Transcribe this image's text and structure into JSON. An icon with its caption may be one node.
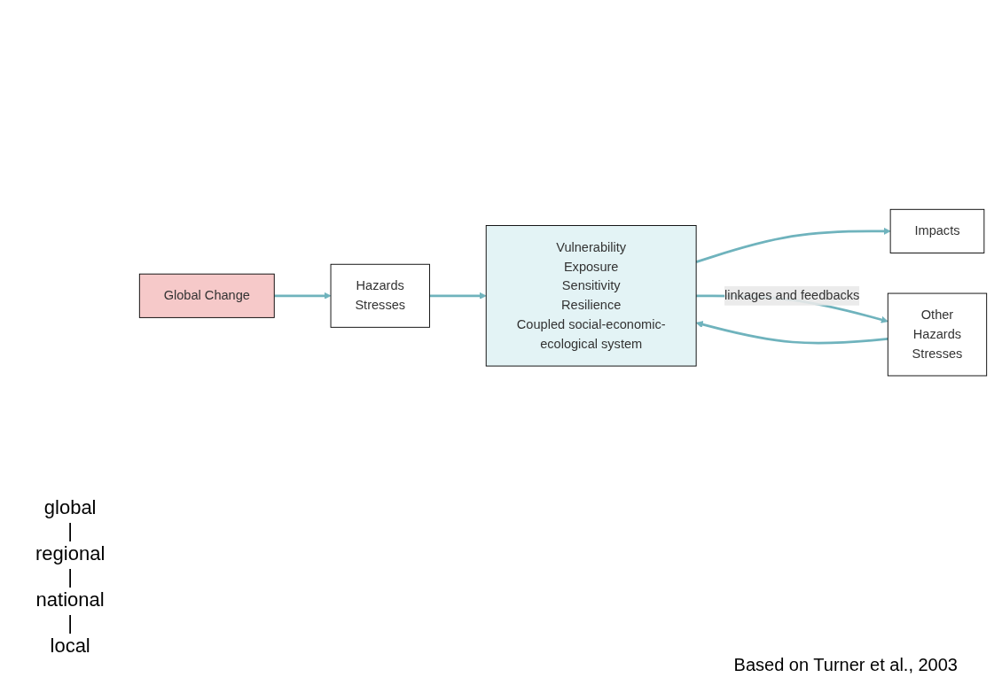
{
  "diagram": {
    "caption": "Based on Turner et al., 2003",
    "nodes": [
      {
        "text": [
          "Global Change"
        ]
      },
      {
        "text": [
          "Hazards",
          "Stresses"
        ]
      },
      {
        "text": [
          "Other",
          "Hazards",
          "Stresses"
        ]
      },
      {
        "text": [
          "Vulnerability",
          "Exposure",
          "Sensitivity",
          "Resilience",
          "Coupled social-economic-ecological system"
        ]
      },
      {
        "text": [
          "Impacts"
        ]
      }
    ],
    "edges": [
      {
        "from": 0,
        "to": 1,
        "arrow": "to"
      },
      {
        "from": 1,
        "to": 3,
        "arrow": "to"
      },
      {
        "from": 2,
        "to": 3,
        "arrow": "to"
      },
      {
        "from": 3,
        "to": 4,
        "arrow": "to"
      },
      {
        "from": 3,
        "to": 2,
        "arrow": "to",
        "label": "linkages and feedbacks"
      }
    ],
    "labels": [
      "global",
      "|",
      "regional",
      "|",
      "national",
      "|",
      "local"
    ]
  }
}
